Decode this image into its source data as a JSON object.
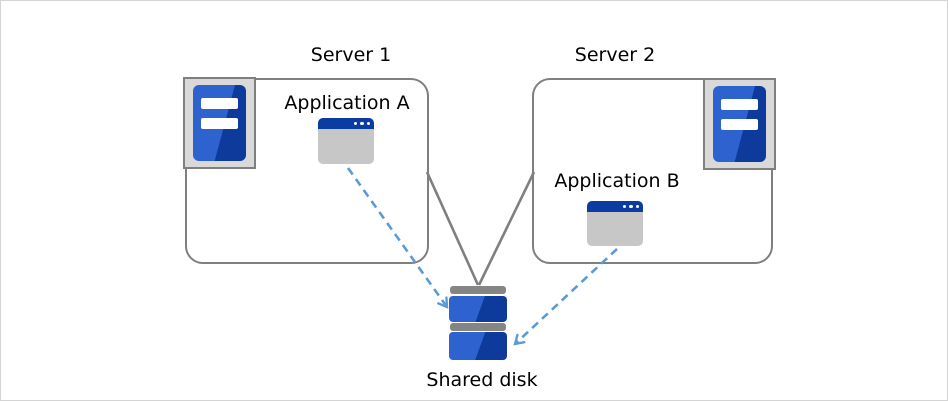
{
  "nodes": {
    "server1": {
      "label": "Server 1",
      "application": {
        "label": "Application A"
      }
    },
    "server2": {
      "label": "Server 2",
      "application": {
        "label": "Application B"
      }
    },
    "shared_disk": {
      "label": "Shared disk"
    }
  },
  "connections": [
    {
      "from": "Server 1",
      "to": "Shared disk",
      "style": "solid-gray-line"
    },
    {
      "from": "Server 2",
      "to": "Shared disk",
      "style": "solid-gray-line"
    },
    {
      "from": "Application A",
      "to": "Shared disk",
      "style": "dashed-blue-arrow"
    },
    {
      "from": "Application B",
      "to": "Shared disk",
      "style": "dashed-blue-arrow"
    }
  ],
  "icons": {
    "server1_icon": "server-tower-icon",
    "server2_icon": "server-tower-icon",
    "application_a_icon": "app-window-icon",
    "application_b_icon": "app-window-icon",
    "shared_disk_icon": "disk-stack-icon"
  },
  "colors": {
    "connector_gray": "#7f7f7f",
    "frame_gray": "#d9d9d9",
    "window_body_gray": "#c7c7c7",
    "disk_cap_gray": "#858585",
    "blue_bright": "#2e62cf",
    "blue_dark": "#0e3a9c",
    "window_bar_blue": "#0b3ca2",
    "arrow_blue": "#5b9bd5",
    "text": "#000000",
    "canvas_border": "#d4d4d4",
    "background": "#ffffff"
  }
}
